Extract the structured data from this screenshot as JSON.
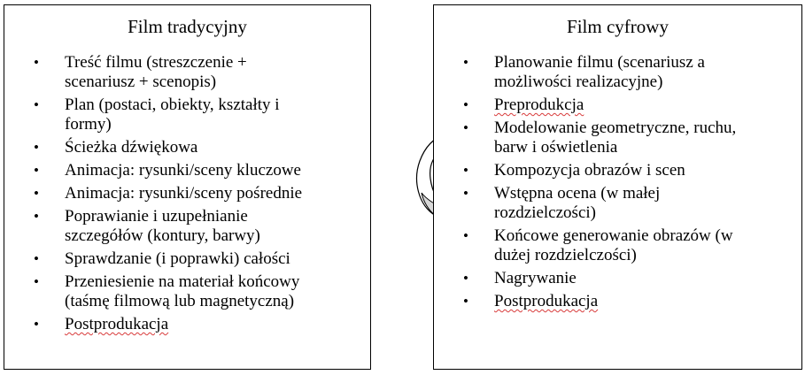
{
  "left": {
    "title": "Film tradycyjny",
    "items": [
      {
        "line1": "Treść filmu (streszczenie +",
        "line2": "scenariusz + scenopis)"
      },
      {
        "line1": "Plan (postaci, obiekty, kształty i",
        "line2": "formy)"
      },
      {
        "line1": "Ścieżka dźwiękowa",
        "line2": ""
      },
      {
        "line1": "Animacja: rysunki/sceny kluczowe",
        "line2": ""
      },
      {
        "line1": "Animacja: rysunki/sceny pośrednie",
        "line2": ""
      },
      {
        "line1": "Poprawianie i uzupełnianie",
        "line2": "szczegółów (kontury, barwy)"
      },
      {
        "line1": "Sprawdzanie (i poprawki) całości",
        "line2": ""
      },
      {
        "line1": "Przeniesienie na materiał końcowy",
        "line2": "(taśmę filmową  lub magnetyczną)"
      },
      {
        "line1": "Postprodukacja",
        "line2": ""
      }
    ]
  },
  "right": {
    "title": "Film cyfrowy",
    "items": [
      {
        "line1": "Planowanie filmu (scenariusz a",
        "line2": "możliwości realizacyjne)"
      },
      {
        "line1": "Preprodukcja",
        "line2": ""
      },
      {
        "line1": "Modelowanie  geometryczne, ruchu,",
        "line2": "barw i oświetlenia"
      },
      {
        "line1": "Kompozycja obrazów i scen",
        "line2": ""
      },
      {
        "line1": "Wstępna ocena  (w małej",
        "line2": "rozdzielczości)"
      },
      {
        "line1": "Końcowe generowanie obrazów (w",
        "line2": "dużej rozdzielczości)"
      },
      {
        "line1": "Nagrywanie",
        "line2": ""
      },
      {
        "line1": "Postprodukacja",
        "line2": ""
      }
    ]
  },
  "colors": {
    "text": "#000000",
    "border": "#000000",
    "spellcheck": "#d83b3b",
    "arrow_fill": "#ffffff",
    "arrow_shade": "#d9d9d9"
  },
  "arrow": {
    "icon": "curved-arrow-icon"
  }
}
